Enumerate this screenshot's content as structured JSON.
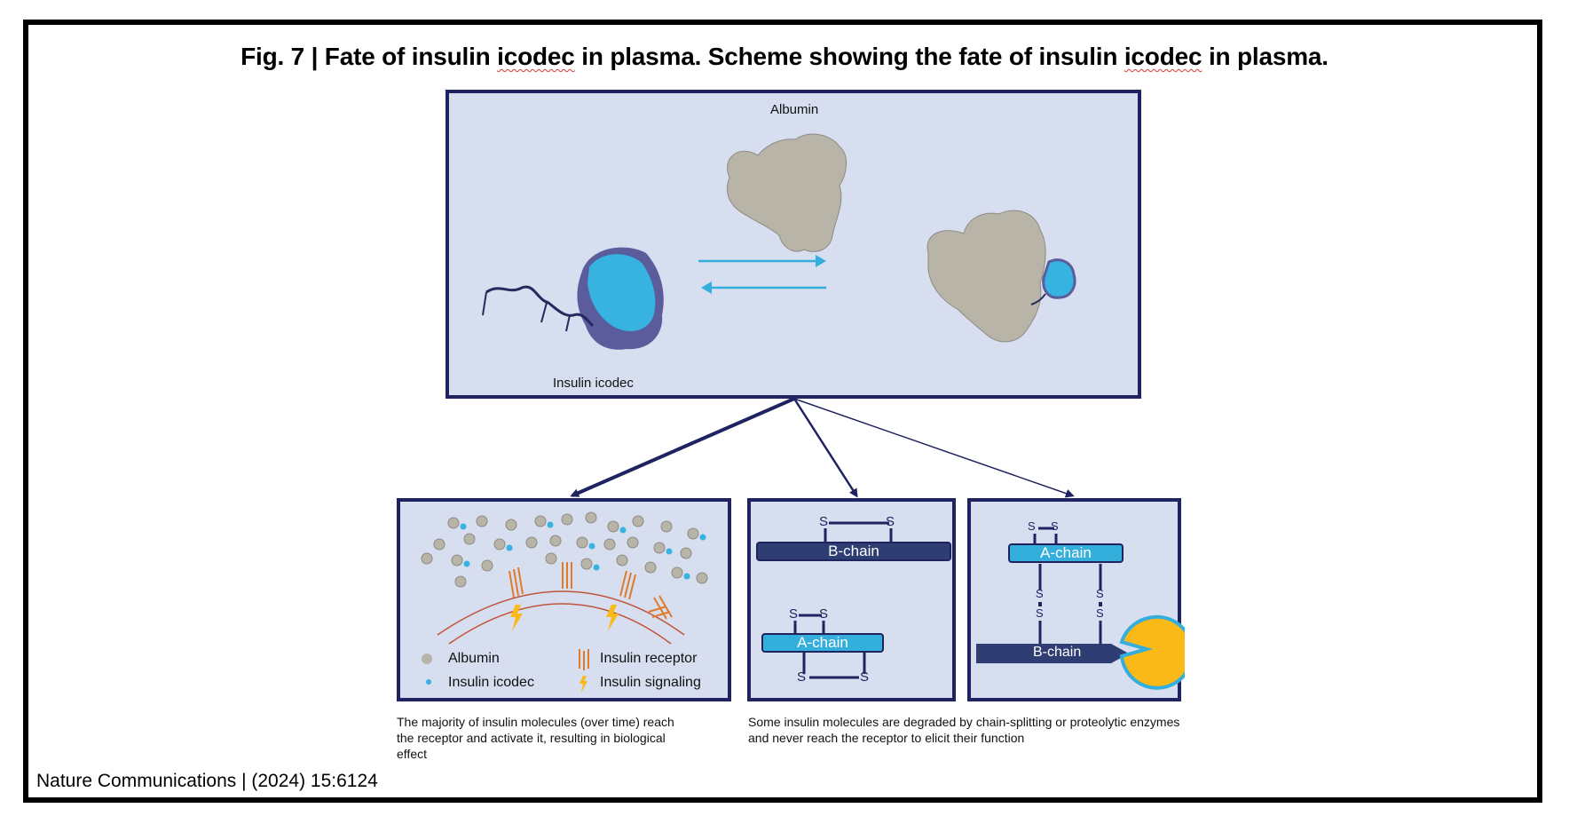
{
  "figure": {
    "title_prefix": "Fig. 7 | Fate of insulin ",
    "title_word1": "icodec",
    "title_mid": " in plasma. Scheme showing the fate of insulin ",
    "title_word2": "icodec",
    "title_suffix": " in plasma.",
    "footer": "Nature Communications | (2024) 15:6124"
  },
  "top_panel": {
    "albumin_label": "Albumin",
    "insulin_label": "Insulin icodec",
    "arrow_color": "#34aedb"
  },
  "panel_receptor": {
    "legend": [
      {
        "icon": "albumin-icon",
        "label": "Albumin"
      },
      {
        "icon": "insulin-receptor-icon",
        "label": "Insulin receptor"
      },
      {
        "icon": "insulin-icodec-icon",
        "label": "Insulin icodec"
      },
      {
        "icon": "insulin-signaling-icon",
        "label": "Insulin signaling"
      }
    ],
    "caption": "The majority of insulin molecules (over time) reach the receptor and activate it, resulting in biological effect"
  },
  "panel_split": {
    "b_chain": "B-chain",
    "a_chain": "A-chain",
    "sulfur": "S"
  },
  "panel_enzyme": {
    "a_chain": "A-chain",
    "b_chain": "B-chain",
    "sulfur": "S"
  },
  "degradation_caption": "Some insulin molecules are degraded by chain-splitting or proteolytic enzymes and never reach the receptor to elicit their function",
  "colors": {
    "panel_bg": "#d6deef",
    "border": "#1f2461",
    "b_chain": "#2e3d72",
    "a_chain": "#34aedb",
    "enzyme": "#fbb917",
    "membrane": "#c0553a",
    "receptor": "#e07b2a"
  }
}
